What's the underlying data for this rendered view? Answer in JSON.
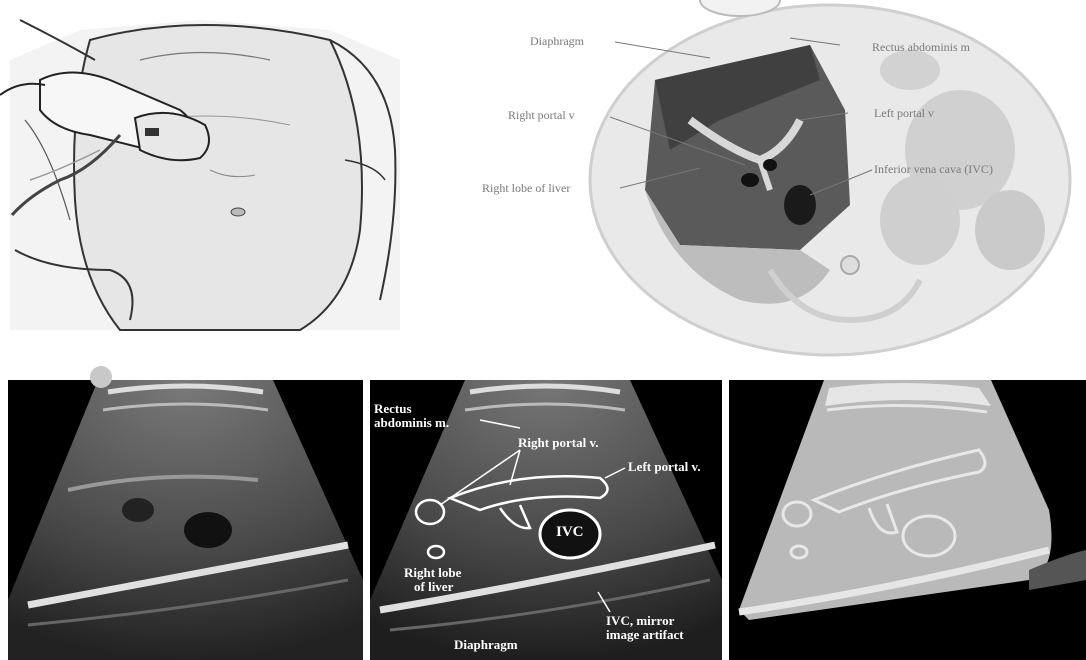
{
  "ct_labels": {
    "diaphragm": "Diaphragm",
    "rectus": "Rectus abdominis m",
    "right_portal": "Right portal v",
    "left_portal": "Left portal v",
    "right_lobe": "Right lobe of liver",
    "ivc": "Inferior vena cava (IVC)"
  },
  "us_labels": {
    "rectus_line1": "Rectus",
    "rectus_line2": "abdominis m.",
    "right_portal": "Right portal v.",
    "left_portal": "Left portal v.",
    "ivc": "IVC",
    "right_lobe_line1": "Right lobe",
    "right_lobe_line2": "of liver",
    "ivc_mirror_line1": "IVC, mirror",
    "ivc_mirror_line2": "image artifact",
    "diaphragm": "Diaphragm"
  },
  "colors": {
    "us_background": "#000000",
    "liver_overlay": "#b9b9b9",
    "ct_gray": "#d4d4d4",
    "marker_dot": "#c8c8c8"
  }
}
